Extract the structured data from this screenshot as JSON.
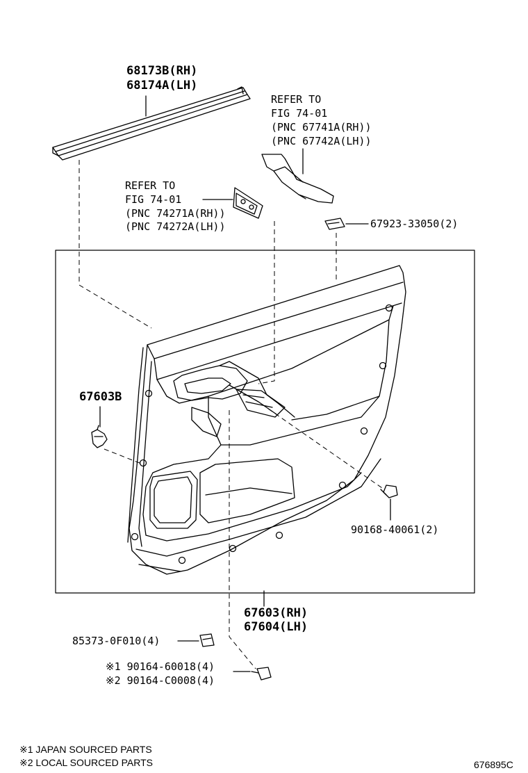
{
  "parts": {
    "moulding_rh": "68173B(RH)",
    "moulding_lh": "68174A(LH)",
    "refer_right": [
      "REFER TO",
      "FIG 74-01",
      "(PNC 67741A(RH))",
      "(PNC 67742A(LH))"
    ],
    "refer_left": [
      "REFER TO",
      "FIG 74-01",
      "(PNC 74271A(RH))",
      "(PNC 74272A(LH))"
    ],
    "clip_top": "67923-33050(2)",
    "clip_left": "67603B",
    "screw_right": "90168-40061(2)",
    "panel_rh": "67603(RH)",
    "panel_lh": "67604(LH)",
    "retainer": "85373-0F010(4)",
    "screw1": "※1 90164-60018(4)",
    "screw2": "※2 90164-C0008(4)"
  },
  "footnotes": {
    "note1": "※1 JAPAN SOURCED PARTS",
    "note2": "※2 LOCAL SOURCED PARTS"
  },
  "figure_id": "676895C"
}
